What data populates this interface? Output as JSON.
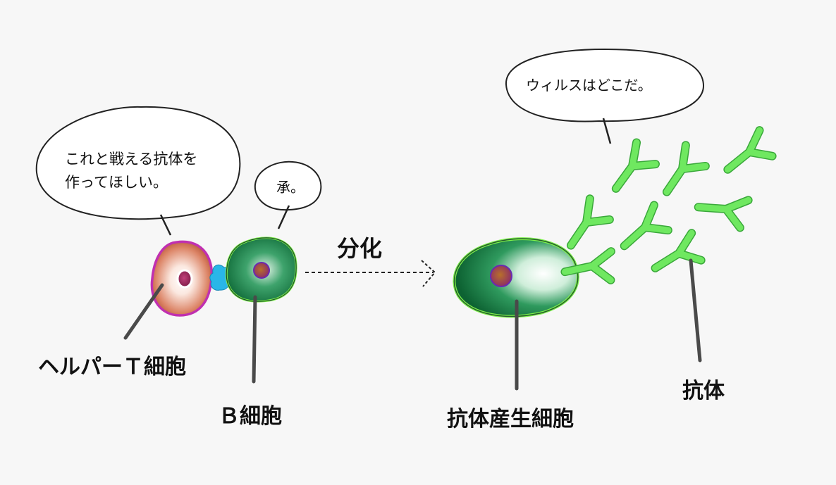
{
  "speech": {
    "helper_t": [
      "これと戦える抗体を",
      "作ってほしい。"
    ],
    "b_cell": "承。",
    "antibody": "ウィルスはどこだ。"
  },
  "labels": {
    "helper_t_cell": "ヘルパーＴ細胞",
    "b_cell": "Ｂ細胞",
    "plasma_cell": "抗体産生細胞",
    "antibody": "抗体",
    "differentiation": "分化"
  },
  "colors": {
    "background": "#f7f7f7",
    "helper_t_outline": "#c030b0",
    "helper_t_fill": "#d9795a",
    "b_cell_fill": "#1f8a52",
    "cell_glow": "#7cf04a",
    "antibody": "#6fe860",
    "contact": "#29b6e8",
    "pointer": "#4a4a4a",
    "nucleus": "#8a2a6a"
  }
}
